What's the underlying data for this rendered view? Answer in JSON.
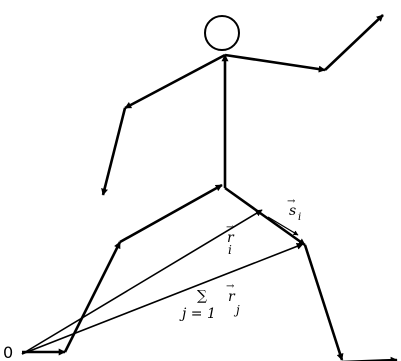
{
  "labels": {
    "origin": "0",
    "s_vector": "s",
    "s_sub": "i",
    "r_vector": "r",
    "r_sub": "i",
    "sum_sign": "∑",
    "sum_lower": "j = 1",
    "sum_vector": "r",
    "sum_vector_sub": "j"
  }
}
